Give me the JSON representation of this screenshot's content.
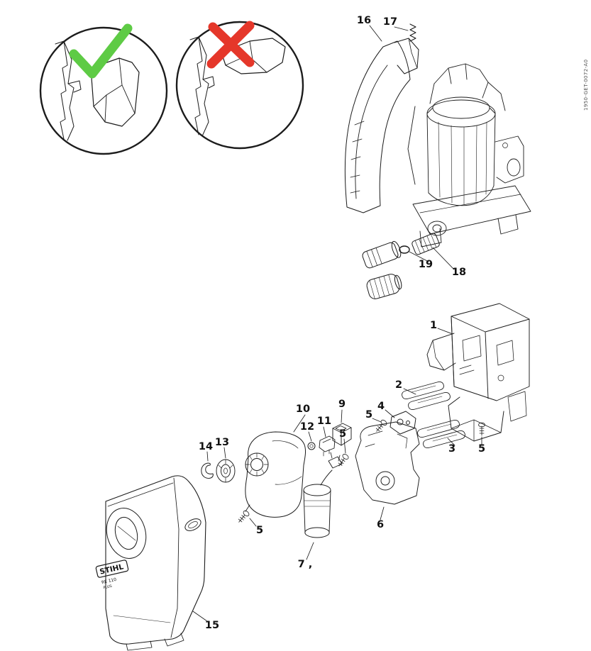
{
  "document": {
    "doc_id": "1950-GET-0072-A0"
  },
  "legend": {
    "correct_color": "#5ecb45",
    "incorrect_color": "#e5372a"
  },
  "housing_label": {
    "brand": "STIHL",
    "model": "RE 110",
    "variant": "PLUS"
  },
  "callouts": [
    {
      "text": "16"
    },
    {
      "text": "17"
    },
    {
      "text": "1"
    },
    {
      "text": "2"
    },
    {
      "text": "4"
    },
    {
      "text": "5"
    },
    {
      "text": "3"
    },
    {
      "text": "5"
    },
    {
      "text": "19"
    },
    {
      "text": "18"
    },
    {
      "text": "9"
    },
    {
      "text": "10"
    },
    {
      "text": "11"
    },
    {
      "text": "12"
    },
    {
      "text": "5"
    },
    {
      "text": "13"
    },
    {
      "text": "14"
    },
    {
      "text": "5"
    },
    {
      "text": "6"
    },
    {
      "text": "7 ,"
    },
    {
      "text": "15"
    }
  ]
}
